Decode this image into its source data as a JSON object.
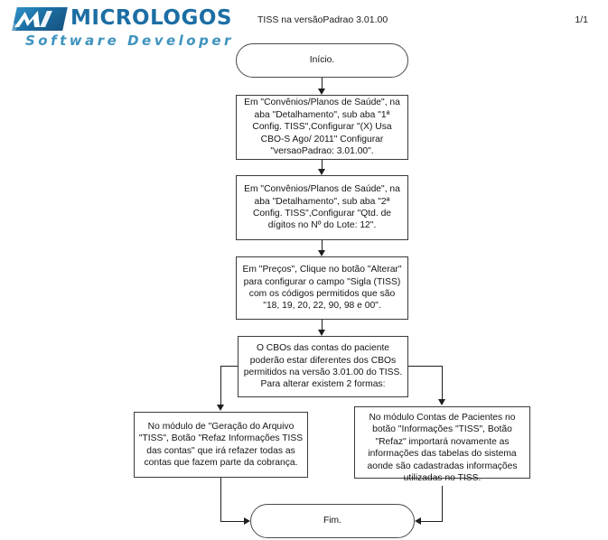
{
  "header": {
    "brand_name": "Micrologos",
    "brand_tagline": "Software Developer",
    "title": "TISS na versãoPadrao 3.01.00",
    "page_indicator": "1/1",
    "logo_color": "#1c6ea4",
    "tagline_color": "#3f93bf"
  },
  "flow": {
    "nodes": [
      {
        "id": "start",
        "shape": "terminator",
        "text": "Início."
      },
      {
        "id": "step-1",
        "shape": "process",
        "text": "Em \"Convênios/Planos de Saúde\", na aba \"Detalhamento\", sub aba \"1ª Config. TISS\",Configurar \"(X) Usa CBO-S Ago/ 2011\" Configurar \"versaoPadrao: 3.01.00\"."
      },
      {
        "id": "step-2",
        "shape": "process",
        "text": "Em \"Convênios/Planos de Saúde\", na aba \"Detalhamento\", sub aba \"2ª Config. TISS\",Configurar \"Qtd. de dígitos no Nº do Lote: 12\"."
      },
      {
        "id": "step-3",
        "shape": "process",
        "text": "Em \"Preços\", Clique no botão \"Alterar\" para configurar o campo \"Sigla (TISS) com os códigos permitidos que são \"18, 19, 20, 22, 90, 98 e 00\"."
      },
      {
        "id": "step-4-cbo",
        "shape": "process",
        "text": "O CBOs das contas do paciente poderão estar diferentes dos CBOs permitidos na versão 3.01.00 do TISS. Para alterar existem 2 formas:"
      },
      {
        "id": "branch-left",
        "shape": "process",
        "text": "No módulo de \"Geração do Arquivo \"TISS\", Botão \"Refaz Informações TISS das contas\" que irá refazer todas as contas que fazem parte da cobrança."
      },
      {
        "id": "branch-right",
        "shape": "process",
        "text": "No módulo Contas de Pacientes no botão \"Informações \"TISS\", Botão \"Refaz\" importará novamente as informações das tabelas do sistema aonde são cadastradas informações utilizadas no TISS."
      },
      {
        "id": "end",
        "shape": "terminator",
        "text": "Fim."
      }
    ]
  }
}
